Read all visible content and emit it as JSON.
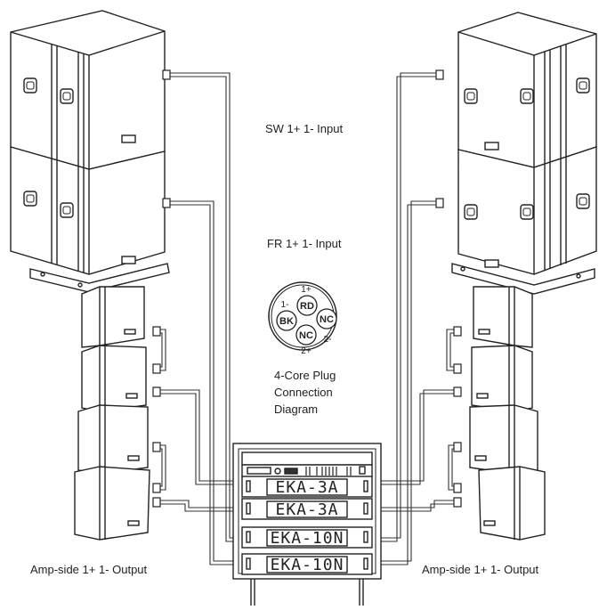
{
  "labels": {
    "sw_input": "SW 1+ 1- Input",
    "fr_input": "FR 1+ 1- Input",
    "plug_caption_1": "4-Core Plug",
    "plug_caption_2": "Connection",
    "plug_caption_3": "Diagram",
    "amp_output_left": "Amp-side 1+ 1- Output",
    "amp_output_right": "Amp-side 1+ 1- Output"
  },
  "plug": {
    "pins": [
      "RD",
      "BK",
      "NC",
      "NC"
    ],
    "polarity": [
      "1+",
      "1-",
      "2-",
      "2+"
    ]
  },
  "rack": {
    "amplifiers": [
      "EKA-3A",
      "EKA-3A",
      "EKA-10N",
      "EKA-10N"
    ]
  }
}
